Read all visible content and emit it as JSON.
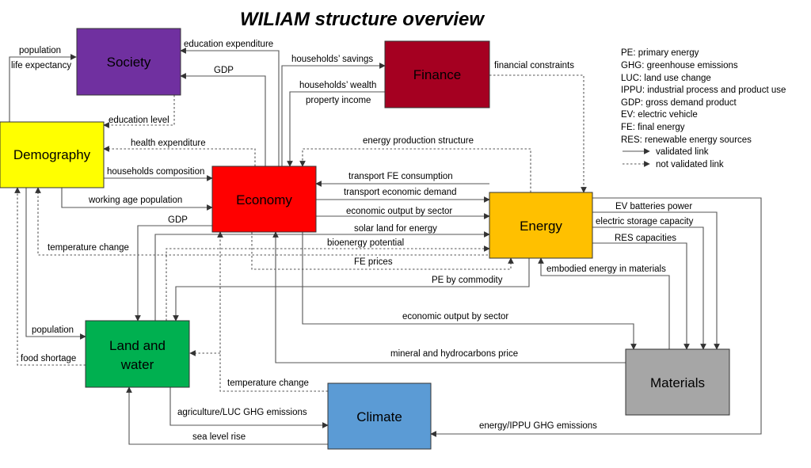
{
  "title": "WILIAM structure overview",
  "nodes": [
    {
      "id": "society",
      "label": "Society",
      "color": "#7030A0"
    },
    {
      "id": "finance",
      "label": "Finance",
      "color": "#A50021"
    },
    {
      "id": "demography",
      "label": "Demography",
      "color": "#FFFF00"
    },
    {
      "id": "economy",
      "label": "Economy",
      "color": "#FF0000"
    },
    {
      "id": "energy",
      "label": "Energy",
      "color": "#FFC000"
    },
    {
      "id": "landwater",
      "label": [
        "Land and",
        "water"
      ],
      "color": "#00B050"
    },
    {
      "id": "materials",
      "label": "Materials",
      "color": "#A6A6A6"
    },
    {
      "id": "climate",
      "label": "Climate",
      "color": "#5B9BD5"
    }
  ],
  "edges": [
    {
      "label": "education expenditure",
      "status": "validated"
    },
    {
      "label": "GDP",
      "status": "validated"
    },
    {
      "label": "households’ savings",
      "status": "validated"
    },
    {
      "label": "households’ wealth",
      "status": "validated"
    },
    {
      "label": "property income",
      "status": "validated"
    },
    {
      "label": "financial constraints",
      "status": "not validated"
    },
    {
      "label": "population",
      "status": "validated"
    },
    {
      "label": "life expectancy",
      "status": "validated"
    },
    {
      "label": "education level",
      "status": "not validated"
    },
    {
      "label": "health expenditure",
      "status": "not validated"
    },
    {
      "label": "households composition",
      "status": "validated"
    },
    {
      "label": "energy production structure",
      "status": "not validated"
    },
    {
      "label": "transport FE consumption",
      "status": "validated"
    },
    {
      "label": "transport economic demand",
      "status": "validated"
    },
    {
      "label": "working age population",
      "status": "validated"
    },
    {
      "label": "economic output by sector",
      "status": "validated"
    },
    {
      "label": "GDP",
      "status": "validated"
    },
    {
      "label": "solar land for energy",
      "status": "validated"
    },
    {
      "label": "bioenergy potential",
      "status": "not validated"
    },
    {
      "label": "temperature change",
      "status": "not validated"
    },
    {
      "label": "FE prices",
      "status": "not validated"
    },
    {
      "label": "EV batteries power",
      "status": "validated"
    },
    {
      "label": "electric storage capacity",
      "status": "validated"
    },
    {
      "label": "RES capacities",
      "status": "validated"
    },
    {
      "label": "embodied energy in materials",
      "status": "validated"
    },
    {
      "label": "PE by commodity",
      "status": "validated"
    },
    {
      "label": "population",
      "status": "validated"
    },
    {
      "label": "economic output by sector",
      "status": "validated"
    },
    {
      "label": "food shortage",
      "status": "not validated"
    },
    {
      "label": "mineral and hydrocarbons price",
      "status": "validated"
    },
    {
      "label": "temperature change",
      "status": "not validated"
    },
    {
      "label": "agriculture/LUC GHG emissions",
      "status": "validated"
    },
    {
      "label": "sea level rise",
      "status": "validated"
    },
    {
      "label": "energy/IPPU GHG emissions",
      "status": "validated"
    }
  ],
  "legend": {
    "abbreviations": [
      "PE: primary energy",
      "GHG: greenhouse emissions",
      "LUC: land use change",
      "IPPU: industrial process and product use",
      "GDP: gross demand product",
      "EV: electric vehicle",
      "FE: final energy",
      "RES: renewable energy sources"
    ],
    "link_types": [
      {
        "style": "solid",
        "label": "validated link"
      },
      {
        "style": "dashed",
        "label": "not validated link"
      }
    ]
  }
}
